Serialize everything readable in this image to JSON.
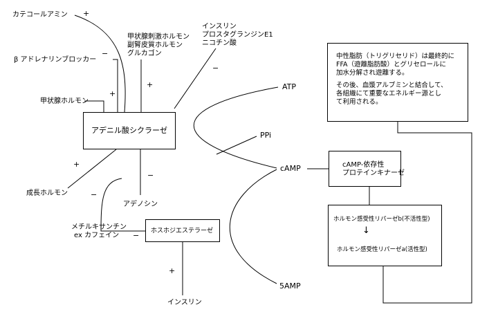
{
  "nodes": {
    "adenylate_cyclase": "アデニル酸シクラーゼ",
    "phosphodiesterase": "ホスホジエステラーゼ",
    "pka": [
      "cAMP-依存性",
      "プロテインキナーゼ"
    ],
    "lipase_b": "ホルモン感受性リパーゼb(不活性型)",
    "lipase_arrow": "↓",
    "lipase_a": "ホルモン感受性リパーゼa(活性型)",
    "note": [
      "中性脂肪（トリグリセリド）は最終的に",
      "FFA（遊離脂肪酸）とグリセロールに",
      "加水分解され遊離する。",
      "",
      "その後、血漿アルブミンと結合して、",
      "各組織にて重要なエネルギー源とし",
      "て利用される。"
    ]
  },
  "regulators": {
    "catecholamine": "カテコールアミン",
    "beta_blocker": "β アドレナリンブロッカー",
    "thyroid_hormone": "甲状腺ホルモン",
    "tsh_group": [
      "甲状腺刺激ホルモン",
      "副腎皮質ホルモン",
      "グルカゴン"
    ],
    "insulin_group": [
      "インスリン",
      "プロスタグランジンE1",
      "ニコチン酸"
    ],
    "growth_hormone": "成長ホルモン",
    "adenosine": "アデノシン",
    "methylxanthine": [
      "メチルキサンチン",
      "ex カフェイン"
    ],
    "insulin": "インスリン"
  },
  "metabolites": {
    "atp": "ATP",
    "ppi": "PPi",
    "camp": "cAMP",
    "amp5": "5AMP"
  },
  "signs": {
    "catecholamine": "+",
    "beta_blocker": "−",
    "thyroid_hormone": "+",
    "tsh_group": "+",
    "insulin_group": "−",
    "growth_hormone": "+",
    "adenosine": "−",
    "methylxanthine_a": "−",
    "methylxanthine_b": "−",
    "insulin": "+"
  }
}
